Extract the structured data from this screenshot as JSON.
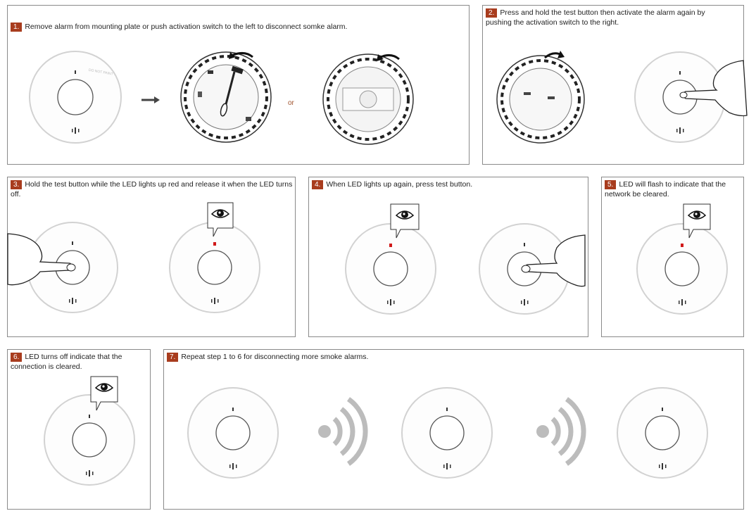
{
  "steps": [
    {
      "num": "1.",
      "text": "Remove alarm from mounting plate or push activation switch to the left to disconnect somke alarm."
    },
    {
      "num": "2.",
      "text": "Press and hold the test button then activate the  alarm again by pushing the activation switch to the right."
    },
    {
      "num": "3.",
      "text": "Hold the test button while the LED lights up red and release it when the LED turns off."
    },
    {
      "num": "4.",
      "text": "When LED lights up again, press test button."
    },
    {
      "num": "5.",
      "text": "LED will flash to indicate that the network be cleared."
    },
    {
      "num": "6.",
      "text": "LED turns off indicate that the connection is cleared."
    },
    {
      "num": "7.",
      "text": "Repeat step 1 to 6 for disconnecting more smoke alarms."
    }
  ],
  "or_label": "or",
  "alarm_label": "DO NOT PAINT",
  "colors": {
    "step_badge": "#a83c1e",
    "led_red": "#d01a1a",
    "wave": "#bcbcbc",
    "border": "#8a8a8a"
  },
  "icons": [
    "smoke-alarm-icon",
    "mounting-plate-icon",
    "screwdriver-icon",
    "arrow-right-icon",
    "rotate-arrow-icon",
    "hand-pointer-icon",
    "eye-icon",
    "wireless-signal-icon"
  ]
}
